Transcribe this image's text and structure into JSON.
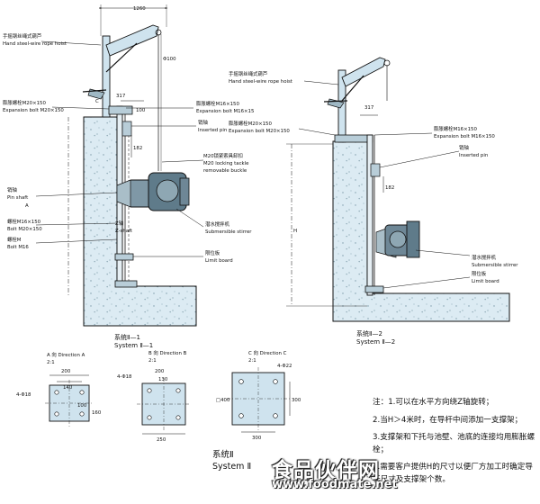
{
  "system1": {
    "dim_top": "1260",
    "dim_phi100": "Φ100",
    "dim_c": "C",
    "dim_100": "100",
    "dim_317": "317",
    "dim_182": "182",
    "hoist_cn": "手摇钢丝绳式葫芦",
    "hoist_en": "Hand steel-wire rope hoist",
    "bolt_left_cn": "膨胀螺栓M20×150",
    "bolt_left_en": "Expansion bolt M20×150",
    "bolt_right_cn": "膨胀螺栓M16×150",
    "bolt_right_en": "Expansion bolt M16×15",
    "pin_cn": "销轴",
    "pin_en": "Inserted pin",
    "buckle_cn": "M20锁紧索具卸扣",
    "buckle_en1": "M20 locking tackle",
    "buckle_en2": "removable buckle",
    "pinshaft_cn": "销轴",
    "pinshaft_en": "Pin shaft",
    "pinshaft_a": "A",
    "bolt16_cn": "螺栓M16×150",
    "bolt16_en": "Bolt M20×150",
    "bolt16b_cn": "螺栓M",
    "bolt16b_en": "Bolt M16",
    "zshaft_cn": "Z轴",
    "zshaft_en": "Z-shaft",
    "stirrer_cn": "潜水搅拌机",
    "stirrer_en": "Submersible stirrer",
    "limit_cn": "限位板",
    "limit_en": "Limit board",
    "title_cn": "系统Ⅱ—1",
    "title_en": "System Ⅱ—1"
  },
  "system2": {
    "dim_317": "317",
    "dim_182": "182",
    "dim_h": "H",
    "hoist_cn": "手摇钢丝绳式葫芦",
    "hoist_en": "Hand steel-wire rope hoist",
    "bolt_left_cn": "膨胀螺栓M20×150",
    "bolt_left_en": "Expansion bolt M20×150",
    "bolt_right_cn": "膨胀螺栓M16×150",
    "bolt_right_en": "Expansion bolt M16×150",
    "pin_cn": "销轴",
    "pin_en": "Inserted pin",
    "stirrer_cn": "潜水搅拌机",
    "stirrer_en": "Submersible stirrer",
    "limit_cn": "限位板",
    "limit_en": "Limit board",
    "title_cn": "系统Ⅱ—2",
    "title_en": "System Ⅱ—2"
  },
  "details": {
    "a_title": "A 向 Direction A",
    "a_scale": "2:1",
    "a_200": "200",
    "a_140": "140",
    "a_4phi18": "4-Φ18",
    "a_160": "160",
    "a_100": "100",
    "b_title": "B 向 Direction B",
    "b_scale": "2:1",
    "b_200": "200",
    "b_130": "130",
    "b_4phi18": "4-Φ18",
    "b_250": "250",
    "c_title": "C 向 Direction C",
    "c_scale": "2:1",
    "c_4phi22": "4-Φ22",
    "c_400": "□400",
    "c_300": "300",
    "c_300b": "300",
    "sys_cn": "系统Ⅱ",
    "sys_en": "System Ⅱ"
  },
  "notes": {
    "n1": "注：1.可以在水平方向绕Z轴旋转；",
    "n2": "2.当H＞4米时，在导杆中间添加一支撑架；",
    "n3": "3.支撑架和下托与池壁、池底的连接均用膨胀螺栓；",
    "n4": "4.需要客户提供H的尺寸以便厂方加工时确定导杆尺寸及支撑架个数。"
  },
  "watermark": {
    "text": "食品伙伴网",
    "url": "www.foodmate.net"
  }
}
